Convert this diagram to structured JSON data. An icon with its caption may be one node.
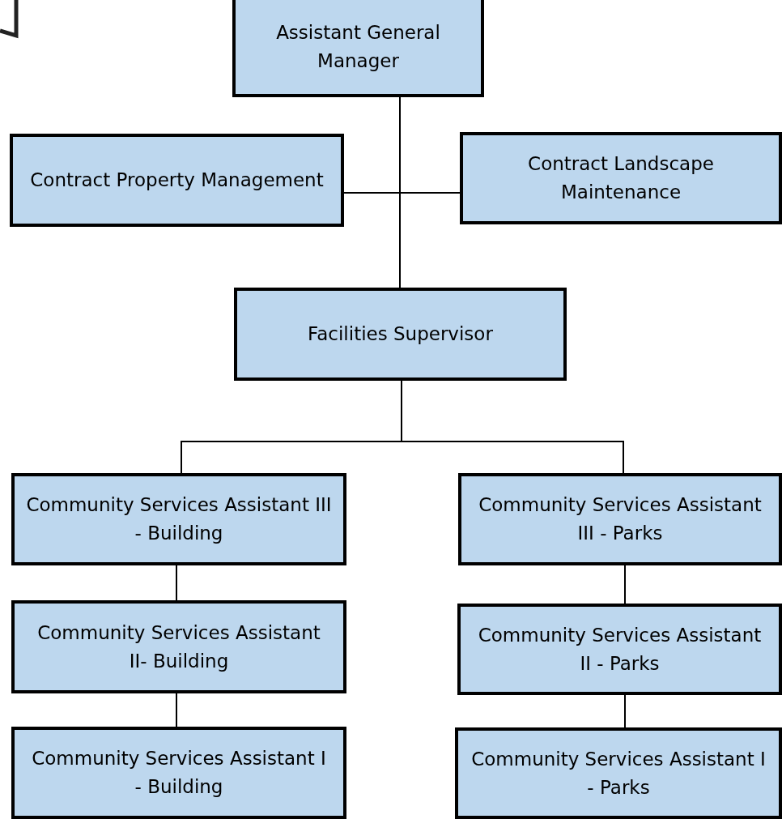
{
  "diagram": {
    "nodes": [
      {
        "text": [
          "Assistant General Manager"
        ]
      },
      {
        "text": [
          "Contract Property Management"
        ]
      },
      {
        "text": [
          "Contract Landscape Maintenance"
        ]
      },
      {
        "text": [
          "Facilities Supervisor"
        ]
      },
      {
        "text": [
          "Community Services Assistant III - Building"
        ]
      },
      {
        "text": [
          "Community Services Assistant III - Parks"
        ]
      },
      {
        "text": [
          "Community Services Assistant II- Building"
        ]
      },
      {
        "text": [
          "Community Services Assistant II - Parks"
        ]
      },
      {
        "text": [
          "Community Services Assistant I - Building"
        ]
      },
      {
        "text": [
          "Community Services Assistant I - Parks"
        ]
      }
    ],
    "edges": [
      {
        "from": 0,
        "to": 1,
        "arrow": "none"
      },
      {
        "from": 0,
        "to": 2,
        "arrow": "none"
      },
      {
        "from": 0,
        "to": 3,
        "arrow": "none"
      },
      {
        "from": 3,
        "to": 4,
        "arrow": "none"
      },
      {
        "from": 3,
        "to": 5,
        "arrow": "none"
      },
      {
        "from": 4,
        "to": 6,
        "arrow": "none"
      },
      {
        "from": 6,
        "to": 8,
        "arrow": "none"
      },
      {
        "from": 5,
        "to": 7,
        "arrow": "none"
      },
      {
        "from": 7,
        "to": 9,
        "arrow": "none"
      }
    ]
  }
}
